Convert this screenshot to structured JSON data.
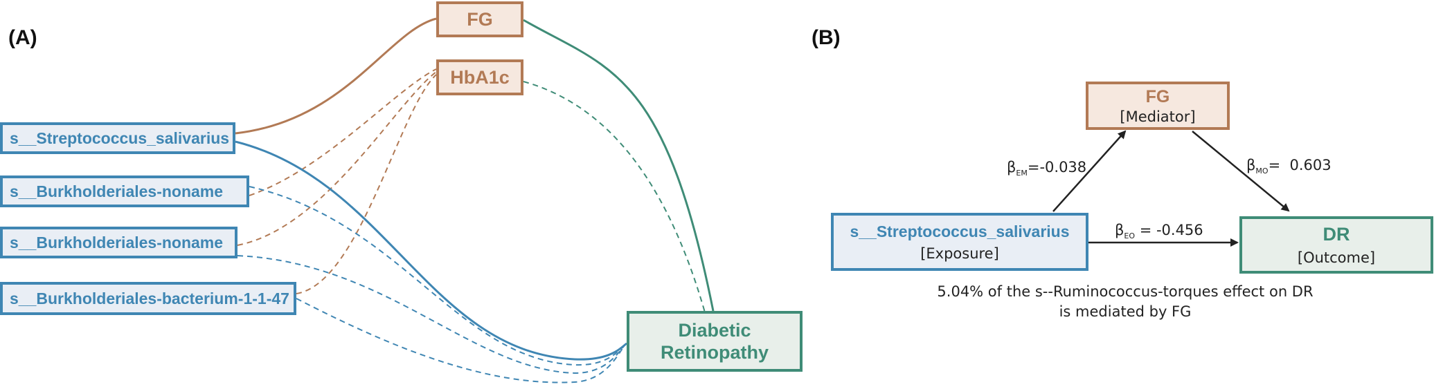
{
  "panel_a": {
    "label": "(A)",
    "exposures": [
      "s__Streptococcus_salivarius",
      "s__Burkholderiales-noname",
      "s__Burkholderiales-noname",
      "s__Burkholderiales-bacterium-1-1-47"
    ],
    "mediators": [
      "FG",
      "HbA1c"
    ],
    "outcome": [
      "Diabetic",
      "Retinopathy"
    ]
  },
  "panel_b": {
    "label": "(B)",
    "mediator": {
      "name": "FG",
      "role": "[Mediator]"
    },
    "exposure": {
      "name": "s__Streptococcus_salivarius",
      "role": "[Exposure]"
    },
    "outcome": {
      "name": "DR",
      "role": "[Outcome]"
    },
    "beta_em": {
      "symbol": "β",
      "sub": "EM",
      "value": "=-0.038"
    },
    "beta_mo": {
      "symbol": "β",
      "sub": "MO",
      "value": "=  0.603"
    },
    "beta_eo": {
      "symbol": "β",
      "sub": "EO",
      "value": " = -0.456"
    },
    "caption_line1": "5.04% of the s--Ruminococcus-torques effect on DR",
    "caption_line2": "is mediated by FG"
  },
  "colors": {
    "blue": "#3f86b3",
    "brown": "#b27a55",
    "green": "#3f8c77",
    "blue_fill": "#e9eef5",
    "brown_fill": "#f6e8df",
    "green_fill": "#e8efea"
  }
}
